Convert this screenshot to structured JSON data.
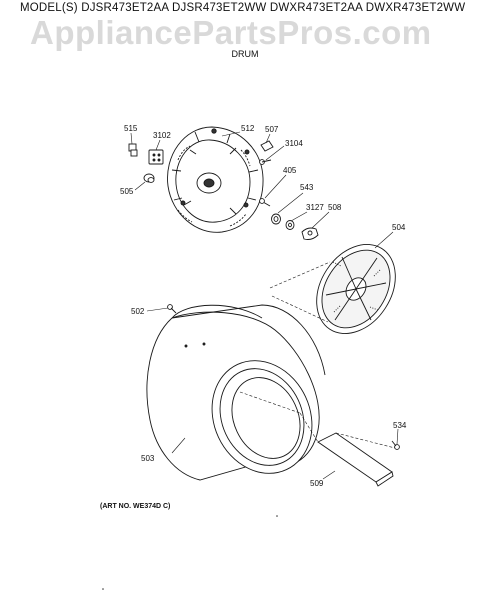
{
  "header": {
    "models": "MODEL(S) DJSR473ET2AA  DJSR473ET2WW  DWXR473ET2AA  DWXR473ET2WW",
    "watermark": "AppliancePartsPros.com",
    "section": "DRUM"
  },
  "callouts": {
    "p515": "515",
    "p3102": "3102",
    "p512": "512",
    "p507": "507",
    "p3104": "3104",
    "p505": "505",
    "p405": "405",
    "p543": "543",
    "p3127": "3127",
    "p508": "508",
    "p504": "504",
    "p502": "502",
    "p503": "503",
    "p534": "534",
    "p509": "509"
  },
  "footer": {
    "art_number": "(ART NO. WE374D C)"
  },
  "colors": {
    "line": "#1a1a1a",
    "watermark": "#d9d9d9"
  }
}
